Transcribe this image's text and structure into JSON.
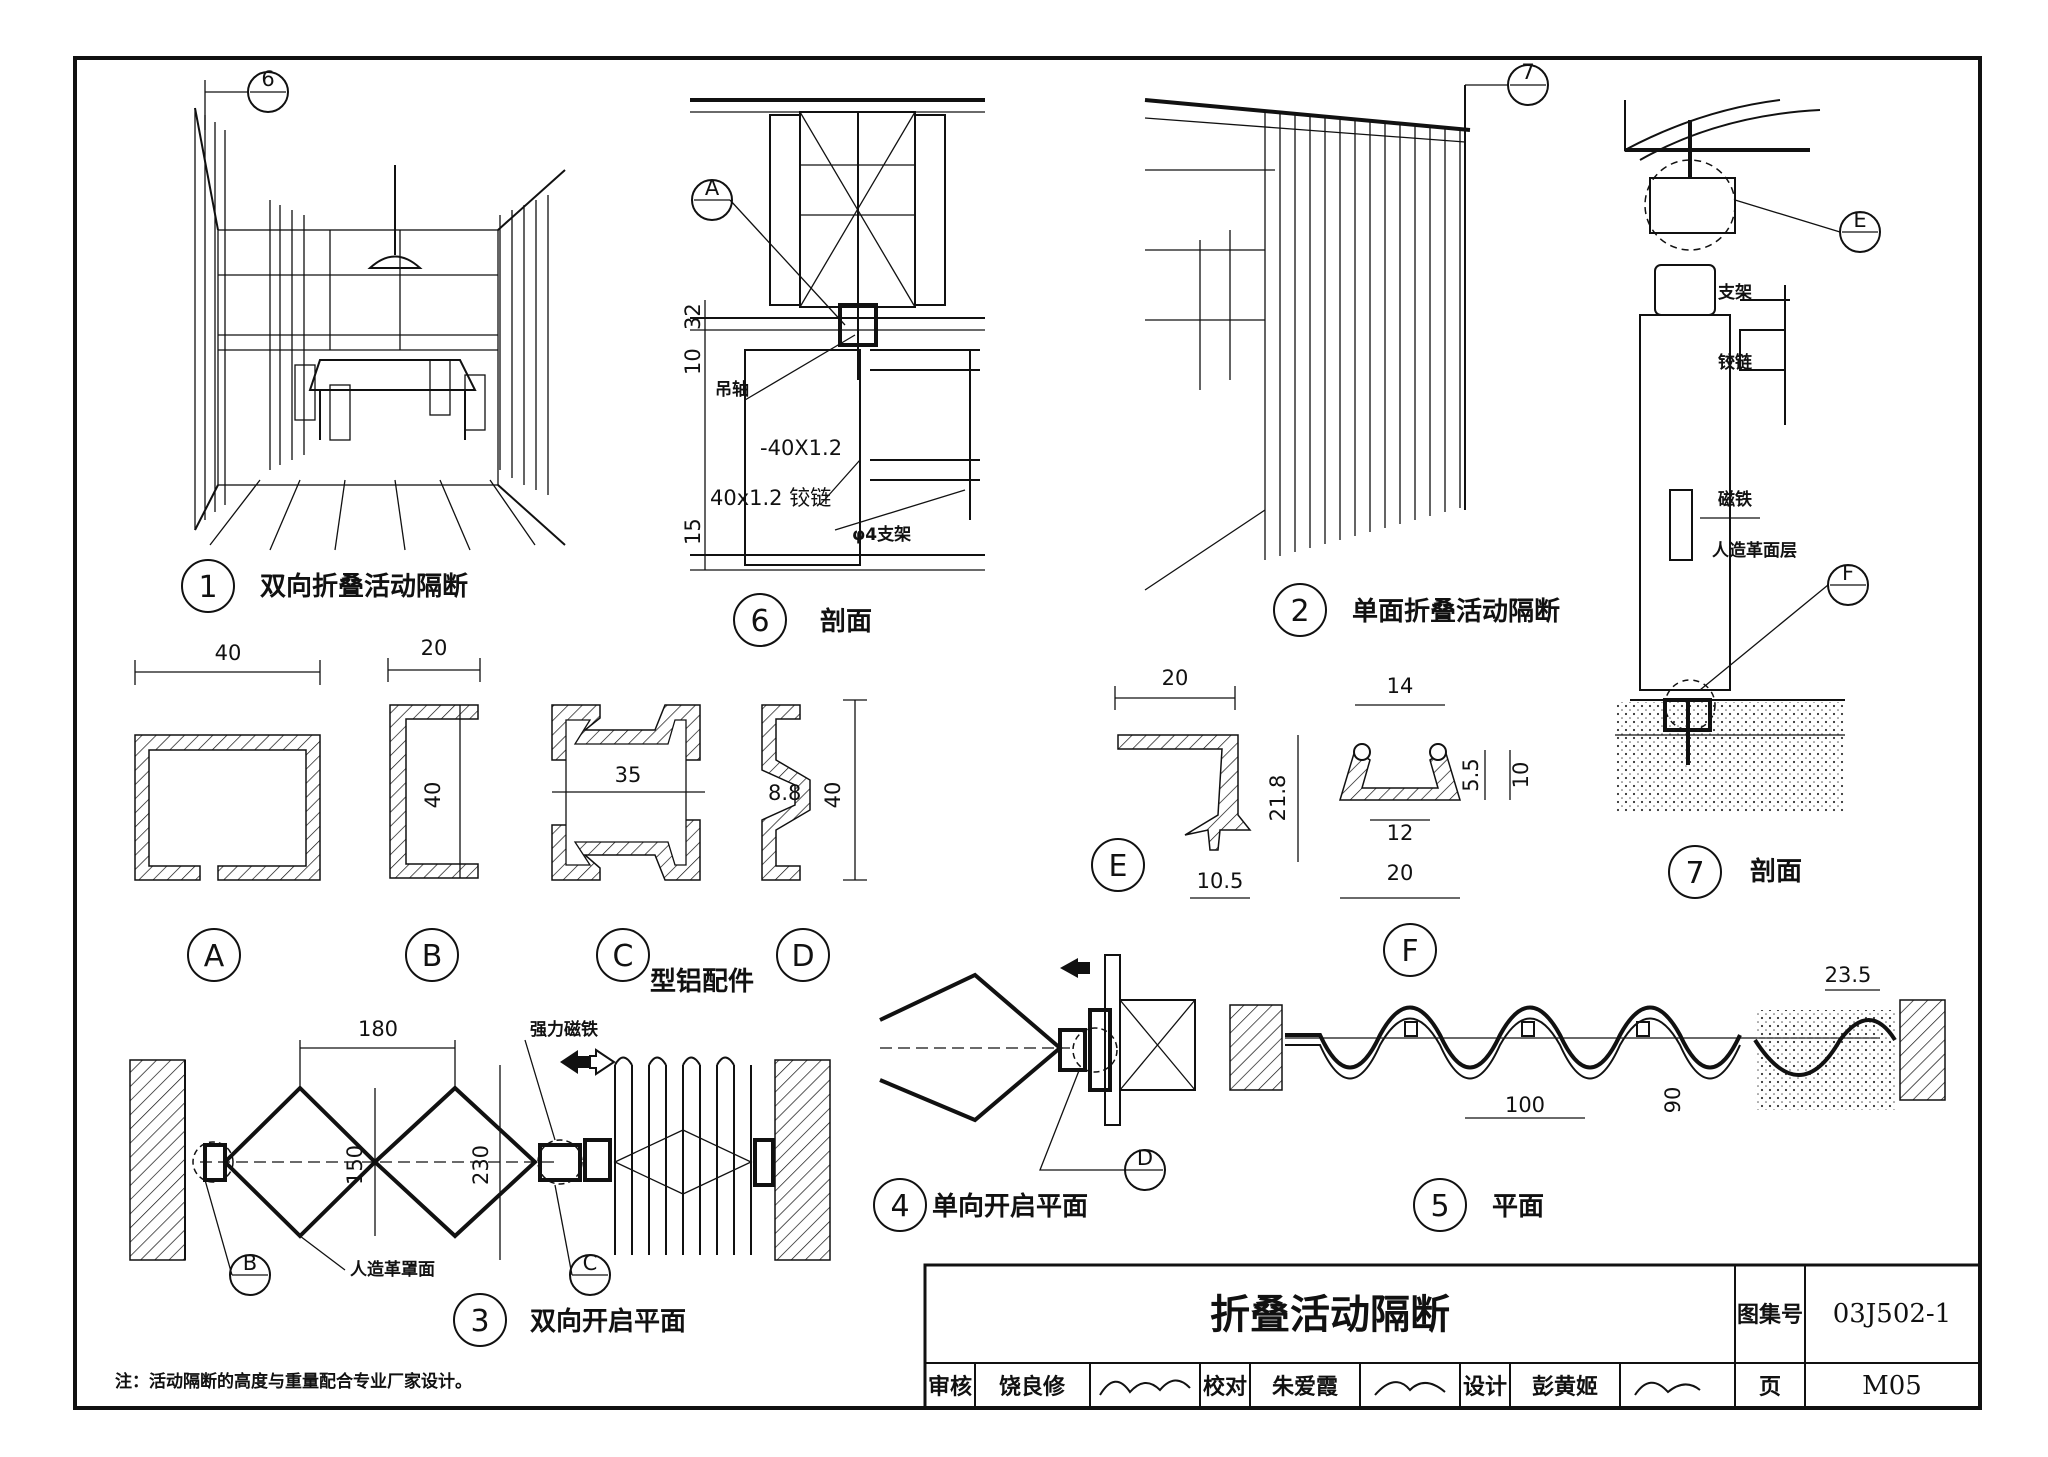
{
  "details": {
    "d1": {
      "num": "1",
      "title": "双向折叠活动隔断",
      "ref": "6"
    },
    "d2": {
      "num": "2",
      "title": "单面折叠活动隔断",
      "ref": "7"
    },
    "d3": {
      "num": "3",
      "title": "双向开启平面",
      "dim_width": "180",
      "dim_inner": "150",
      "dim_outer": "230",
      "callout_magnet": "强力磁铁",
      "callout_leather": "人造革罩面",
      "ref_b": "B",
      "ref_c": "C"
    },
    "d4": {
      "num": "4",
      "title": "单向开启平面",
      "ref_d": "D"
    },
    "d5": {
      "num": "5",
      "title": "平面",
      "dim_pitch": "100",
      "dim_depth": "90",
      "dim_end": "23.5"
    },
    "d6": {
      "num": "6",
      "title": "剖面",
      "ref_a": "A",
      "dim_32": "32",
      "dim_10": "10",
      "dim_15": "15",
      "callout_rod": "吊轴",
      "callout_plate": "-40X1.2",
      "callout_hinge": "40x1.2 铰链",
      "callout_bracket": "φ4支架"
    },
    "d7": {
      "num": "7",
      "title": "剖面",
      "ref_e": "E",
      "ref_f": "F",
      "callout_bracket": "支架",
      "callout_hinge": "铰链",
      "callout_magnet": "磁铁",
      "callout_leather": "人造革面层"
    }
  },
  "profiles": {
    "A": {
      "label": "A",
      "dim_w": "40"
    },
    "B": {
      "label": "B",
      "dim_w": "20",
      "dim_h": "40"
    },
    "C": {
      "label": "C",
      "dim_w": "35"
    },
    "D": {
      "label": "D",
      "dim_d": "8.8",
      "dim_h": "40"
    },
    "E": {
      "label": "E",
      "dim_w": "20",
      "dim_h": "21.8",
      "dim_foot": "10.5"
    },
    "F": {
      "label": "F",
      "dim_top": "14",
      "dim_mid": "12",
      "dim_bot": "20",
      "dim_h1": "5.5",
      "dim_h2": "10"
    },
    "group_title": "型铝配件"
  },
  "note": "注：活动隔断的高度与重量配合专业厂家设计。",
  "title_block": {
    "drawing_title": "折叠活动隔断",
    "atlas_label": "图集号",
    "atlas_no": "03J502-1",
    "page_label": "页",
    "page_no": "M05",
    "review_label": "审核",
    "reviewer": "饶良修",
    "check_label": "校对",
    "checker": "朱爱霞",
    "design_label": "设计",
    "designer": "彭黄姬"
  }
}
